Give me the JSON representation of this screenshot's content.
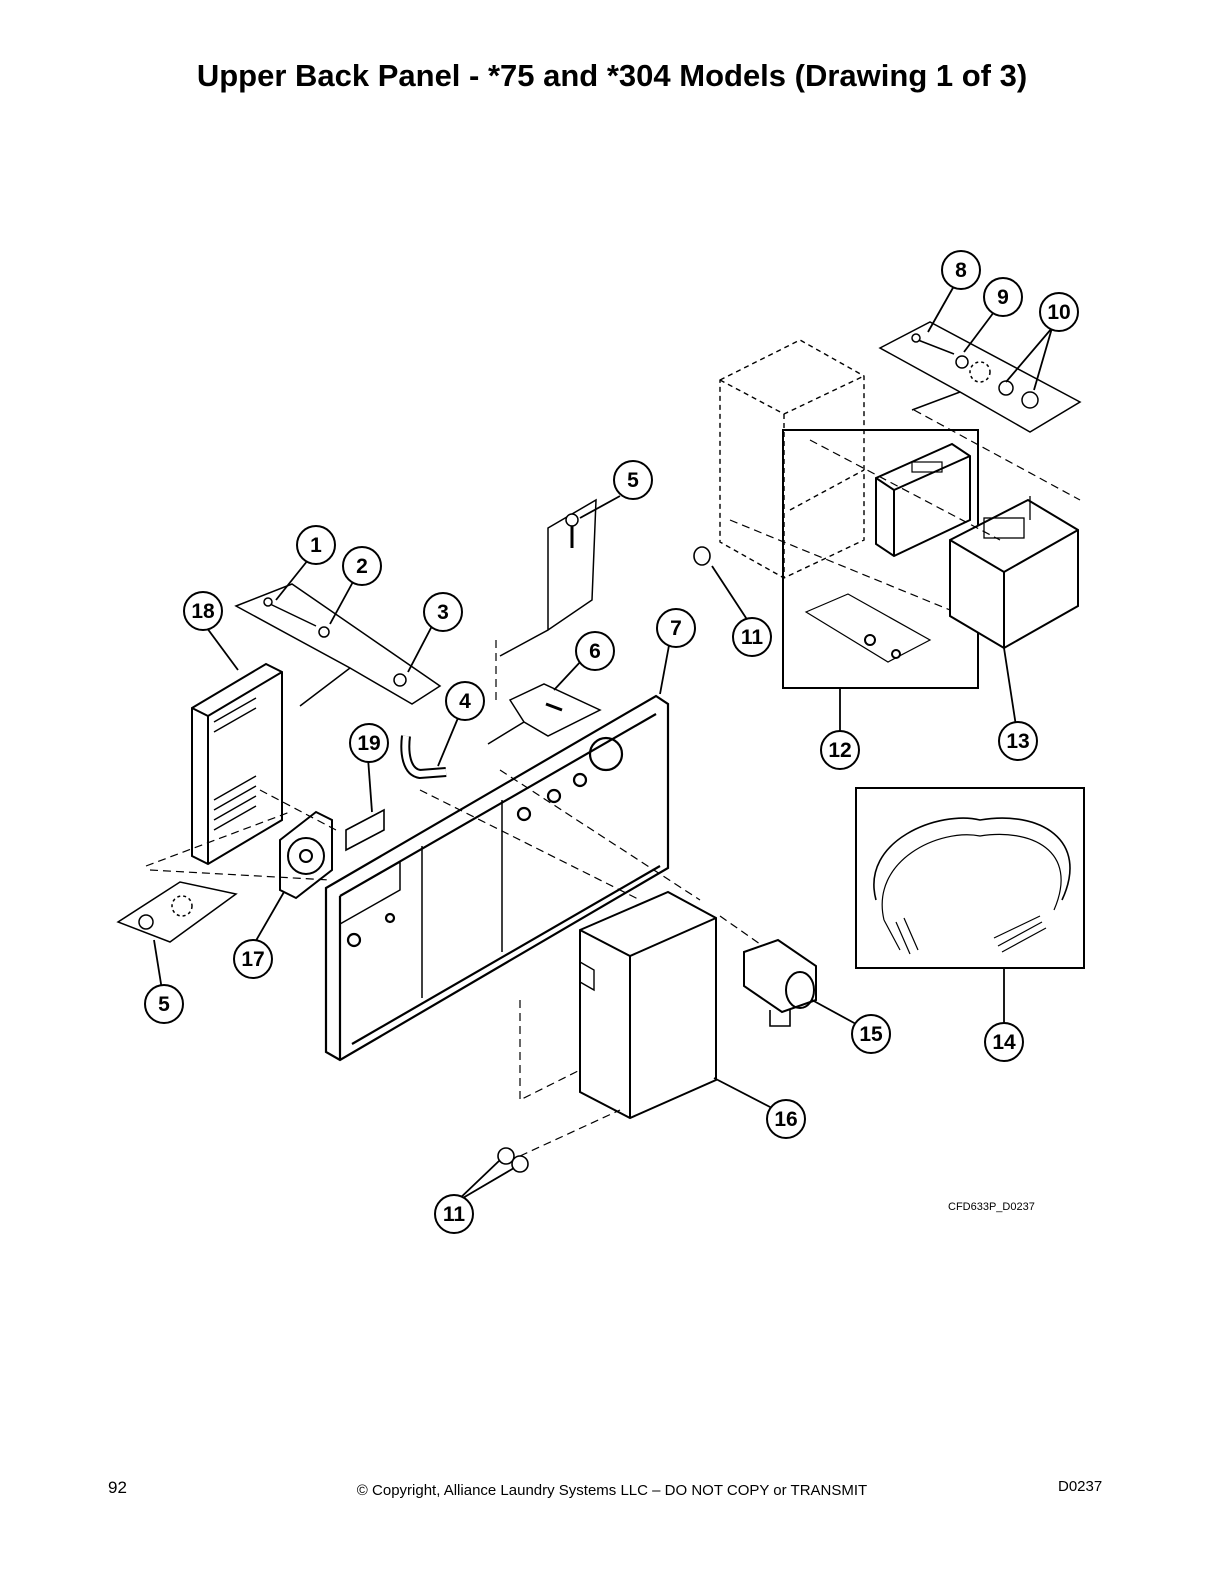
{
  "page_title": "Upper Back Panel - *75 and *304 Models (Drawing 1 of 3)",
  "drawing_code": "CFD633P_D0237",
  "callouts": [
    "8",
    "9",
    "10",
    "5",
    "1",
    "2",
    "18",
    "3",
    "7",
    "6",
    "11",
    "4",
    "19",
    "12",
    "13",
    "17",
    "5",
    "15",
    "14",
    "16",
    "11"
  ],
  "footer": {
    "page_number": "92",
    "copyright": "© Copyright, Alliance Laundry Systems LLC – DO NOT COPY or TRANSMIT",
    "doc_code": "D0237"
  }
}
